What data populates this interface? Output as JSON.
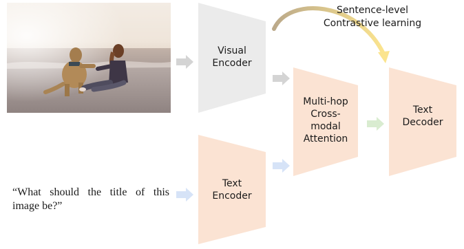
{
  "blocks": {
    "visual_encoder": [
      "Visual",
      "Encoder"
    ],
    "text_encoder": [
      "Text",
      "Encoder"
    ],
    "attention": [
      "Multi-hop",
      "Cross-",
      "modal",
      "Attention"
    ],
    "text_decoder": [
      "Text",
      "Decoder"
    ]
  },
  "annotation": [
    "Sentence-level",
    "Contrastive learning"
  ],
  "question": "“What should the title of this image be?”",
  "colors": {
    "visual_block": "#ebebeb",
    "peach_block": "#fbe3d3",
    "gray_arrow": "#d4d4d4",
    "blue_arrow": "#d6e3f7",
    "green_arrow": "#d9ecd0",
    "curve_start": "#bba98a",
    "curve_end": "#fbe48e"
  }
}
